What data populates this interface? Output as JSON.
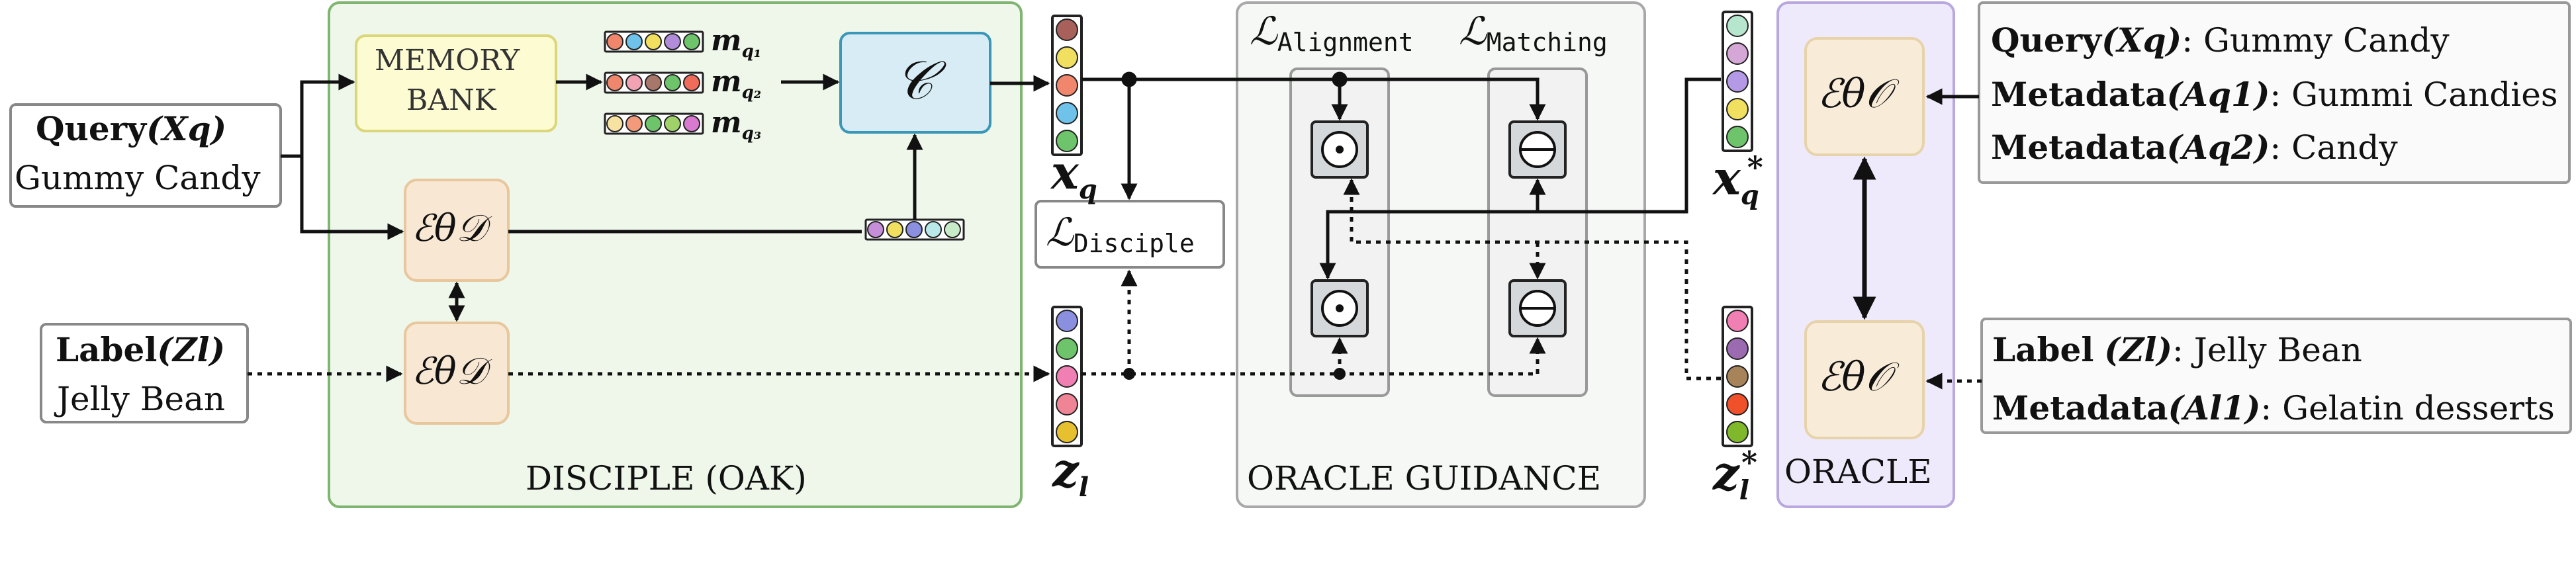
{
  "query_input": {
    "label": "Query",
    "symbol": "(Xq)",
    "value": "Gummy Candy"
  },
  "label_input": {
    "label": "Label",
    "symbol": "(Zl)",
    "value": "Jelly Bean"
  },
  "disciple": {
    "title": "DISCIPLE (OAK)",
    "memory_bank": [
      "MEMORY",
      "BANK"
    ],
    "memory_rows": [
      "m q1",
      "m q2",
      "m q3"
    ],
    "encoder": "ℰθ𝒟",
    "classifier": "𝒞"
  },
  "embeddings": {
    "xq": "xq",
    "zl": "zl",
    "xq_star": "xq*",
    "zl_star": "zl*"
  },
  "losses": {
    "disciple": "Disciple",
    "alignment": "Alignment",
    "matching": "Matching"
  },
  "oracle_guidance": {
    "title": "ORACLE GUIDANCE"
  },
  "oracle": {
    "title": "ORACLE",
    "encoder": "ℰθ𝒪"
  },
  "oracle_query_info": [
    {
      "key": "Query",
      "sym": "(Xq)",
      "value": ": Gummy Candy"
    },
    {
      "key": "Metadata",
      "sym": "(Aq1)",
      "value": ": Gummi Candies"
    },
    {
      "key": "Metadata",
      "sym": "(Aq2)",
      "value": ": Candy"
    }
  ],
  "oracle_label_info": [
    {
      "key": "Label",
      "sym": "(Zl)",
      "value": ": Jelly Bean"
    },
    {
      "key": "Metadata",
      "sym": "(Al1)",
      "value": ": Gelatin desserts"
    }
  ],
  "colors": {
    "disciple_bg": "#eef7ea",
    "disciple_border": "#7fb571",
    "oracle_bg": "#efeafb",
    "oracle_border": "#b9a8e0",
    "guidance_bg": "#f6f8f6",
    "guidance_border": "#a8a8a8",
    "memory_bg": "#fcfbd2",
    "memory_border": "#dcd67a",
    "encoder_bg": "#f8e7d3",
    "encoder_border": "#e8c79d",
    "classifier_bg": "#d7ecf4",
    "classifier_border": "#3b97b8"
  }
}
